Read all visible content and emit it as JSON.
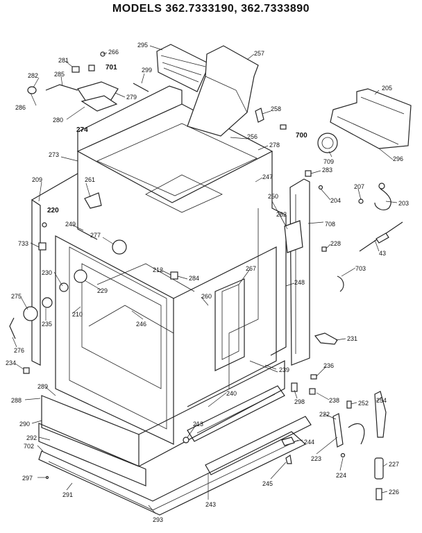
{
  "title": "MODELS 362.7333190, 362.7333890",
  "part_labels": [
    {
      "id": "p295",
      "text": "295"
    },
    {
      "id": "p257",
      "text": "257"
    },
    {
      "id": "p266",
      "text": "266"
    },
    {
      "id": "p281",
      "text": "281"
    },
    {
      "id": "p701",
      "text": "701"
    },
    {
      "id": "p299",
      "text": "299"
    },
    {
      "id": "p282",
      "text": "282"
    },
    {
      "id": "p285",
      "text": "285"
    },
    {
      "id": "p279",
      "text": "279"
    },
    {
      "id": "p286",
      "text": "286"
    },
    {
      "id": "p280",
      "text": "280"
    },
    {
      "id": "p274",
      "text": "274"
    },
    {
      "id": "p258",
      "text": "258"
    },
    {
      "id": "p700",
      "text": "700"
    },
    {
      "id": "p205",
      "text": "205"
    },
    {
      "id": "p278",
      "text": "278"
    },
    {
      "id": "p256",
      "text": "256"
    },
    {
      "id": "p273",
      "text": "273"
    },
    {
      "id": "p709",
      "text": "709"
    },
    {
      "id": "p296",
      "text": "296"
    },
    {
      "id": "p283",
      "text": "283"
    },
    {
      "id": "p209",
      "text": "209"
    },
    {
      "id": "p261",
      "text": "261"
    },
    {
      "id": "p247",
      "text": "247"
    },
    {
      "id": "p204",
      "text": "204"
    },
    {
      "id": "p207",
      "text": "207"
    },
    {
      "id": "p203",
      "text": "203"
    },
    {
      "id": "p250",
      "text": "250"
    },
    {
      "id": "p220",
      "text": "220"
    },
    {
      "id": "p249",
      "text": "249"
    },
    {
      "id": "p262",
      "text": "262"
    },
    {
      "id": "p708",
      "text": "708"
    },
    {
      "id": "p277",
      "text": "277"
    },
    {
      "id": "p733",
      "text": "733"
    },
    {
      "id": "p228",
      "text": "228"
    },
    {
      "id": "p43",
      "text": "43"
    },
    {
      "id": "p212",
      "text": "212"
    },
    {
      "id": "p230",
      "text": "230"
    },
    {
      "id": "p267",
      "text": "267"
    },
    {
      "id": "p703",
      "text": "703"
    },
    {
      "id": "p284",
      "text": "284"
    },
    {
      "id": "p229",
      "text": "229"
    },
    {
      "id": "p248",
      "text": "248"
    },
    {
      "id": "p275",
      "text": "275"
    },
    {
      "id": "p260",
      "text": "260"
    },
    {
      "id": "p210",
      "text": "210"
    },
    {
      "id": "p246",
      "text": "246"
    },
    {
      "id": "p235",
      "text": "235"
    },
    {
      "id": "p231",
      "text": "231"
    },
    {
      "id": "p276",
      "text": "276"
    },
    {
      "id": "p234",
      "text": "234"
    },
    {
      "id": "p236",
      "text": "236"
    },
    {
      "id": "p239",
      "text": "239"
    },
    {
      "id": "p289",
      "text": "289"
    },
    {
      "id": "p298",
      "text": "298"
    },
    {
      "id": "p238",
      "text": "238"
    },
    {
      "id": "p288",
      "text": "288"
    },
    {
      "id": "p240",
      "text": "240"
    },
    {
      "id": "p252",
      "text": "252"
    },
    {
      "id": "p254",
      "text": "254"
    },
    {
      "id": "p290",
      "text": "290"
    },
    {
      "id": "p222",
      "text": "222"
    },
    {
      "id": "p213",
      "text": "213"
    },
    {
      "id": "p292",
      "text": "292"
    },
    {
      "id": "p702",
      "text": "702"
    },
    {
      "id": "p244",
      "text": "244"
    },
    {
      "id": "p223",
      "text": "223"
    },
    {
      "id": "p227",
      "text": "227"
    },
    {
      "id": "p224",
      "text": "224"
    },
    {
      "id": "p297",
      "text": "297"
    },
    {
      "id": "p245",
      "text": "245"
    },
    {
      "id": "p226",
      "text": "226"
    },
    {
      "id": "p291",
      "text": "291"
    },
    {
      "id": "p243",
      "text": "243"
    },
    {
      "id": "p293",
      "text": "293"
    }
  ]
}
